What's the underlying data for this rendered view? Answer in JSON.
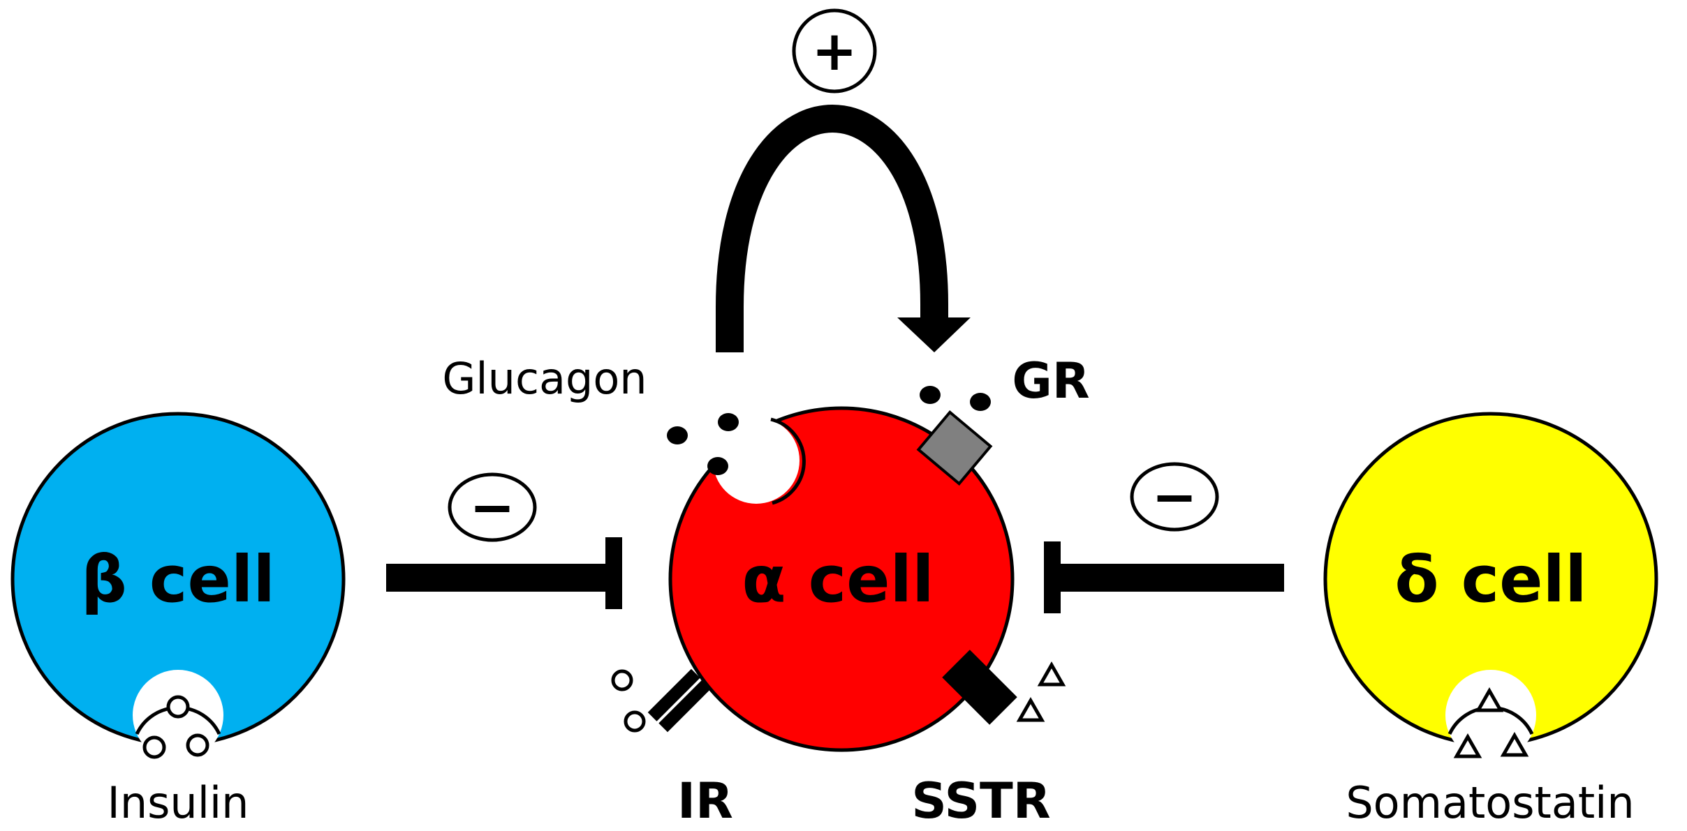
{
  "cells": {
    "beta": {
      "label": "β cell",
      "color": "#00B0F0"
    },
    "alpha": {
      "label": "α cell",
      "color": "#FF0000"
    },
    "delta": {
      "label": "δ cell",
      "color": "#FFFF00"
    }
  },
  "molecules": {
    "insulin": "Insulin",
    "glucagon": "Glucagon",
    "somatostatin": "Somatostatin"
  },
  "receptors": {
    "gr": {
      "label": "GR",
      "color": "#808080"
    },
    "ir": "IR",
    "sstr": "SSTR"
  },
  "signs": {
    "positive": "+",
    "negative_beta": "−",
    "negative_delta": "−"
  }
}
